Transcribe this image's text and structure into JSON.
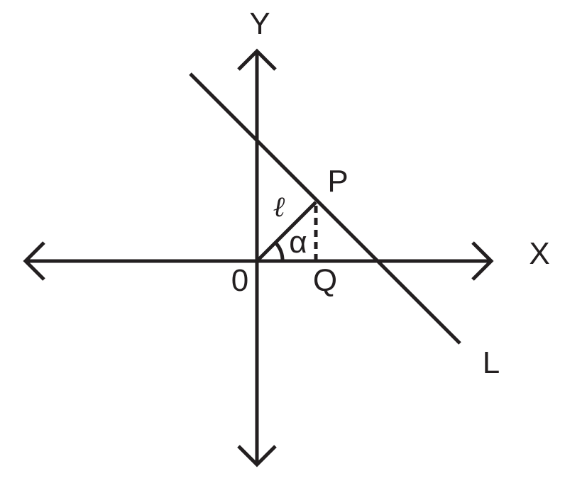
{
  "labels": {
    "y_axis": "Y",
    "x_axis": "X",
    "point_p": "P",
    "point_q": "Q",
    "origin": "0",
    "line_l": "L",
    "length_l": "ℓ",
    "angle": "α"
  },
  "colors": {
    "stroke": "#231f20"
  }
}
